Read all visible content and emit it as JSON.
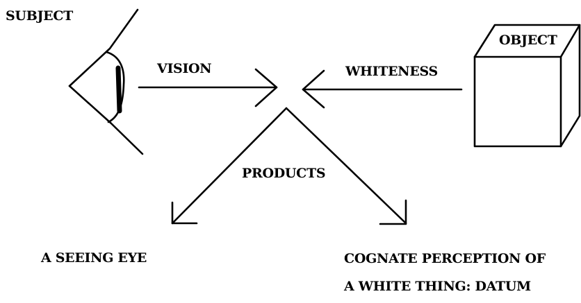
{
  "diagram": {
    "subject_label": "SUBJECT",
    "object_label": "OBJECT",
    "vision_label": "VISION",
    "whiteness_label": "WHITENESS",
    "products_label": "PRODUCTS",
    "seeing_eye_label": "A SEEING EYE",
    "perception_line1": "COGNATE PERCEPTION OF",
    "perception_line2": "A WHITE THING:  DATUM"
  }
}
